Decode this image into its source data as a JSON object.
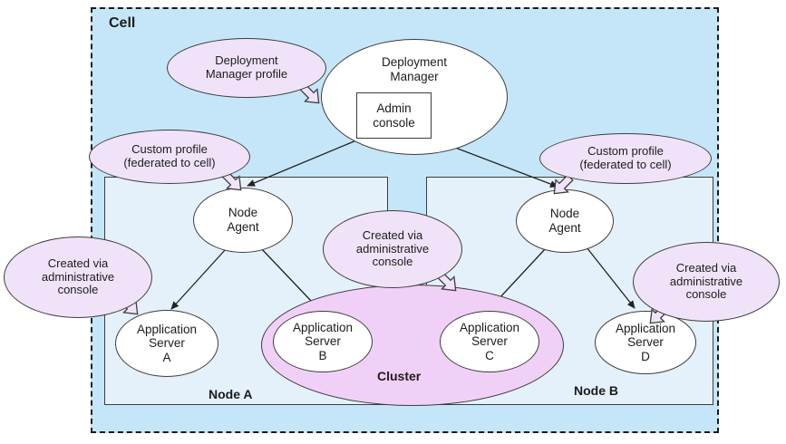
{
  "cell": {
    "label": "Cell"
  },
  "nodes": [
    {
      "label": "Node A"
    },
    {
      "label": "Node B"
    }
  ],
  "deployment_manager": {
    "label": "Deployment\nManager"
  },
  "admin_console": {
    "label": "Admin\nconsole"
  },
  "node_agents": [
    {
      "label": "Node\nAgent"
    },
    {
      "label": "Node\nAgent"
    }
  ],
  "app_servers": [
    {
      "label": "Application\nServer\nA"
    },
    {
      "label": "Application\nServer\nB"
    },
    {
      "label": "Application\nServer\nC"
    },
    {
      "label": "Application\nServer\nD"
    }
  ],
  "cluster": {
    "label": "Cluster"
  },
  "callouts": {
    "dm_profile": {
      "label": "Deployment\nManager profile"
    },
    "custom_profile_left": {
      "label": "Custom profile\n(federated to cell)"
    },
    "custom_profile_right": {
      "label": "Custom profile\n(federated to cell)"
    },
    "created_left": {
      "label": "Created via\nadministrative\nconsole"
    },
    "created_center": {
      "label": "Created via\nadministrative\nconsole"
    },
    "created_right": {
      "label": "Created via\nadministrative\nconsole"
    }
  },
  "colors": {
    "page_bg": "#ffffff",
    "cell_fill": "#c5e6f9",
    "node_fill": "#e4f1fb",
    "callout_fill": "#f0e3f9",
    "cluster_fill": "#f1d0f7",
    "shape_fill": "#ffffff",
    "border": "#3d3d3d",
    "text": "#1c1c1c"
  }
}
